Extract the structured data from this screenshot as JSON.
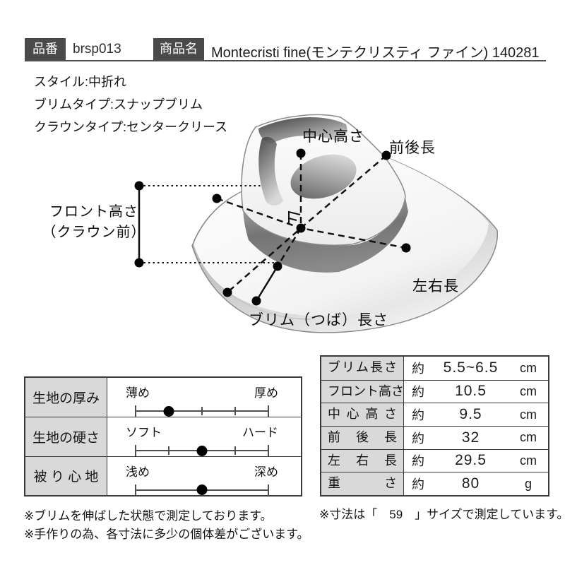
{
  "header": {
    "part_no_label": "品番",
    "part_no_value": "brsp013",
    "product_label": "商品名",
    "product_value": "Montecristi fine(モンテクリスティ ファイン) 140281"
  },
  "specs": {
    "style": "スタイル:中折れ",
    "brim_type": "ブリムタイプ:スナップブリム",
    "crown_type": "クラウンタイプ:センタークリース"
  },
  "diagram": {
    "labels": {
      "center_height": "中心高さ",
      "front_back_length": "前後長",
      "front_height_line1": "フロント高さ",
      "front_height_line2": "（クラウン前）",
      "left_right_length": "左右長",
      "brim_length": "ブリム（つば）長さ"
    }
  },
  "attributes_table": {
    "rows": [
      {
        "label": "生地の厚み",
        "min": "薄め",
        "max": "厚め",
        "value_pct": 25,
        "ticks": 5
      },
      {
        "label": "生地の硬さ",
        "min": "ソフト",
        "max": "ハード",
        "value_pct": 50,
        "ticks": 5
      },
      {
        "label": "被 り 心 地",
        "min": "浅め",
        "max": "深め",
        "value_pct": 50,
        "ticks": 2
      }
    ]
  },
  "measurements_table": {
    "rows": [
      {
        "label": "ブリム長さ",
        "approx": "約",
        "value": "5.5~6.5",
        "unit": "cm"
      },
      {
        "label": "フロント高さ",
        "approx": "約",
        "value": "10.5",
        "unit": "cm"
      },
      {
        "label": "中 心 高 さ",
        "approx": "約",
        "value": "9.5",
        "unit": "cm"
      },
      {
        "label": "前 後 長",
        "approx": "約",
        "value": "32",
        "unit": "cm"
      },
      {
        "label": "左 右 長",
        "approx": "約",
        "value": "29.5",
        "unit": "cm"
      },
      {
        "label": "重 さ",
        "approx": "約",
        "value": "80",
        "unit": "g"
      }
    ]
  },
  "footnotes": {
    "left_1": "※ブリムを伸ばした状態で測定しております。",
    "left_2": "※手作りの為、各寸法に多少の個体差がございます。",
    "right": "※寸法は「　59　」サイズで測定しています。"
  },
  "colors": {
    "header_box": "#4a4a4a",
    "table_label_bg": "#d9d9d9",
    "table_border": "#3a3a3a",
    "hat_band_dark": "#6e6e6e",
    "measure_line": "#111111"
  }
}
